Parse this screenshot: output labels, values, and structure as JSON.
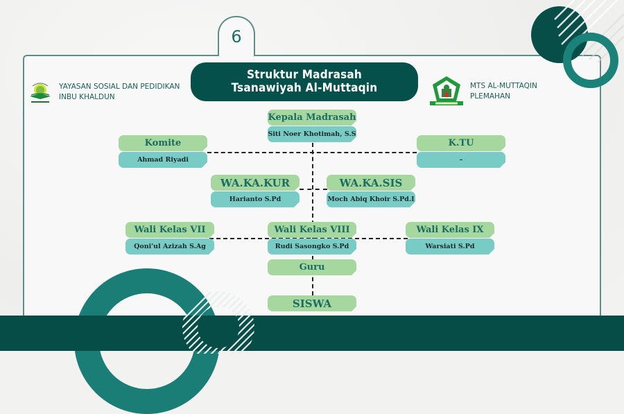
{
  "slide": {
    "page_number": "6",
    "title_line1": "Struktur Madrasah",
    "title_line2": "Tsanawiyah Al-Muttaqin"
  },
  "org_left": {
    "logo": "yayasan-logo-icon",
    "line1": "YAYASAN SOSIAL DAN PEDIDIKAN",
    "line2": "INBU KHALDUN"
  },
  "org_right": {
    "logo": "mts-logo-icon",
    "line1": "MTS AL-MUTTAQIN",
    "line2": "PLEMAHAN"
  },
  "colors": {
    "primary_dark": "#05504a",
    "teal": "#1b8279",
    "role_green": "#a6d79e",
    "name_teal": "#78ccc5",
    "role_text": "#1b6c63"
  },
  "chart": {
    "kepala": {
      "role": "Kepala Madrasah",
      "name": "Siti Noer Khotimah, S.S"
    },
    "komite": {
      "role": "Komite",
      "name": "Ahmad Riyadi"
    },
    "ktu": {
      "role": "K.TU",
      "name": "–"
    },
    "wakakur": {
      "role": "WA.KA.KUR",
      "name": "Harianto S.Pd"
    },
    "wakasis": {
      "role": "WA.KA.SIS",
      "name": "Moch Abiq Khoir S.Pd.I"
    },
    "wali7": {
      "role": "Wali Kelas VII",
      "name": "Qoni'ul Azizah S.Ag"
    },
    "wali8": {
      "role": "Wali Kelas VIII",
      "name": "Rudi Sasongko S.Pd"
    },
    "wali9": {
      "role": "Wali Kelas IX",
      "name": "Warsiati S.Pd"
    },
    "guru": {
      "role": "Guru"
    },
    "siswa": {
      "role": "SISWA"
    }
  }
}
